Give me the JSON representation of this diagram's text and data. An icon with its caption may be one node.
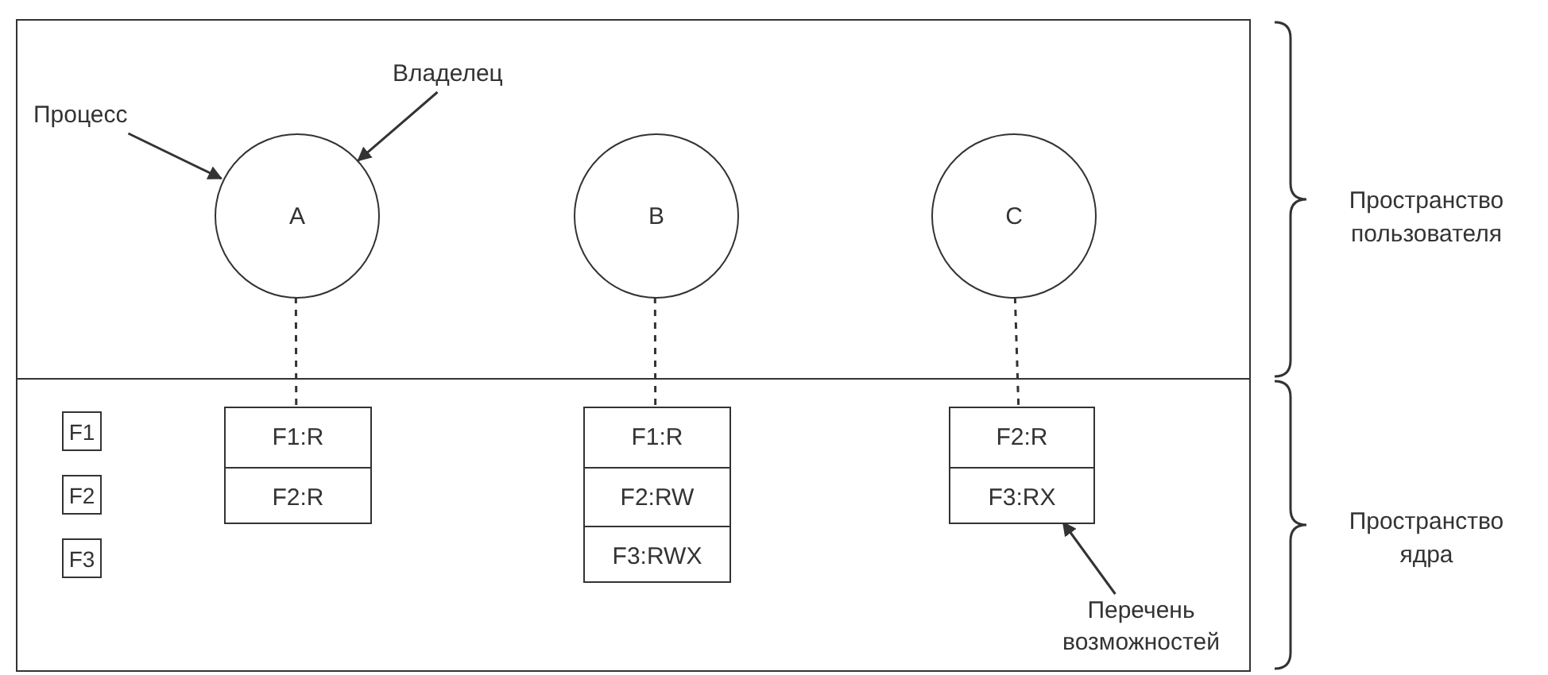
{
  "diagram": {
    "nodes": [
      {
        "text": [],
        "shape": "box"
      },
      {
        "text": [
          "A"
        ],
        "in": 0
      },
      {
        "text": [
          "B"
        ],
        "in": 0
      },
      {
        "text": [
          "C"
        ],
        "in": 0
      },
      {
        "text": [
          "Процесс"
        ],
        "in": 0
      },
      {
        "text": [
          "Владелец"
        ],
        "in": 0
      },
      {
        "text": [],
        "shape": "box"
      },
      {
        "text": [
          "F1"
        ],
        "in": 6
      },
      {
        "text": [
          "F2"
        ],
        "in": 6
      },
      {
        "text": [
          "F3"
        ],
        "in": 6
      },
      {
        "text": [],
        "shape": "box",
        "in": 6
      },
      {
        "text": [
          "F1:R"
        ],
        "in": 10
      },
      {
        "text": [
          "F2:R"
        ],
        "in": 10
      },
      {
        "text": [],
        "shape": "box",
        "in": 6
      },
      {
        "text": [
          "F1:R"
        ],
        "in": 13
      },
      {
        "text": [
          "F2:RW"
        ],
        "in": 13
      },
      {
        "text": [
          "F3:RWX"
        ],
        "in": 13
      },
      {
        "text": [],
        "shape": "box",
        "in": 6
      },
      {
        "text": [
          "F2:R"
        ],
        "in": 17
      },
      {
        "text": [
          "F3:RX"
        ],
        "in": 17
      },
      {
        "text": [
          "Перечень возможностей"
        ],
        "in": 6
      }
    ],
    "edges": [
      {
        "from": 4,
        "to": 1,
        "arrow": "to"
      },
      {
        "from": 5,
        "to": 1,
        "arrow": "to"
      },
      {
        "from": 1,
        "to": 10,
        "arrow": "none",
        "style": "dashed"
      },
      {
        "from": 2,
        "to": 13,
        "arrow": "none",
        "style": "dashed"
      },
      {
        "from": 3,
        "to": 17,
        "arrow": "none",
        "style": "dashed"
      },
      {
        "from": 20,
        "to": 17,
        "arrow": "to"
      }
    ],
    "labels": [
      "Пространство пользователя",
      "Пространство ядра"
    ]
  }
}
